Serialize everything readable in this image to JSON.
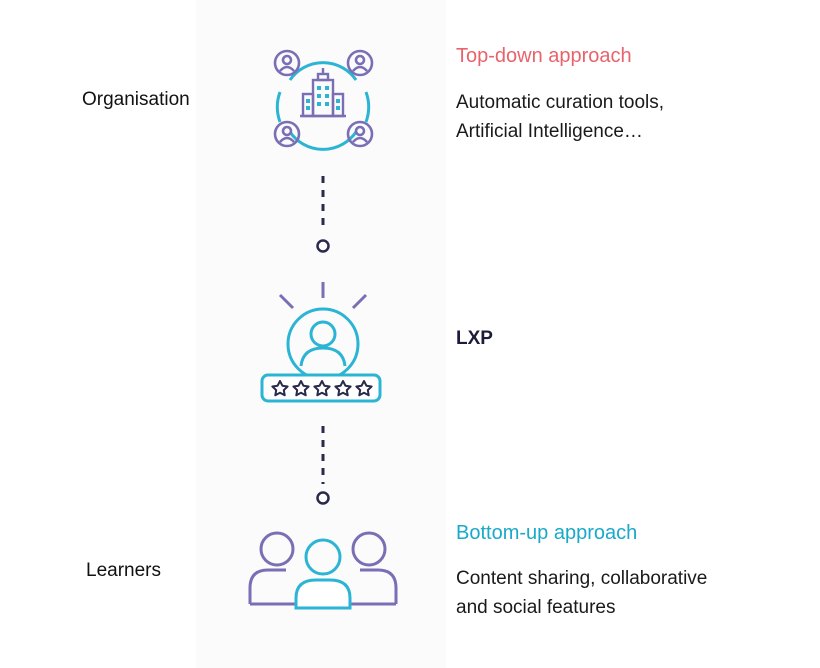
{
  "levels": {
    "organisation": "Organisation",
    "learners": "Learners"
  },
  "top_down": {
    "heading": "Top-down approach",
    "lines": [
      "Automatic curation tools,",
      "Artificial Intelligence…"
    ]
  },
  "lxp": {
    "label": "LXP"
  },
  "bottom_up": {
    "heading": "Bottom-up approach",
    "lines": [
      "Content sharing, collaborative",
      "and social features"
    ]
  },
  "icons": {
    "organisation": "building-with-people-icon",
    "lxp": "rated-user-icon",
    "learners": "group-of-people-icon"
  },
  "colors": {
    "top_down": "#e8636b",
    "bottom_up": "#19a9c9",
    "purple": "#7a6fb5",
    "cyan": "#2bb4d4",
    "navy": "#2a2a4a"
  }
}
